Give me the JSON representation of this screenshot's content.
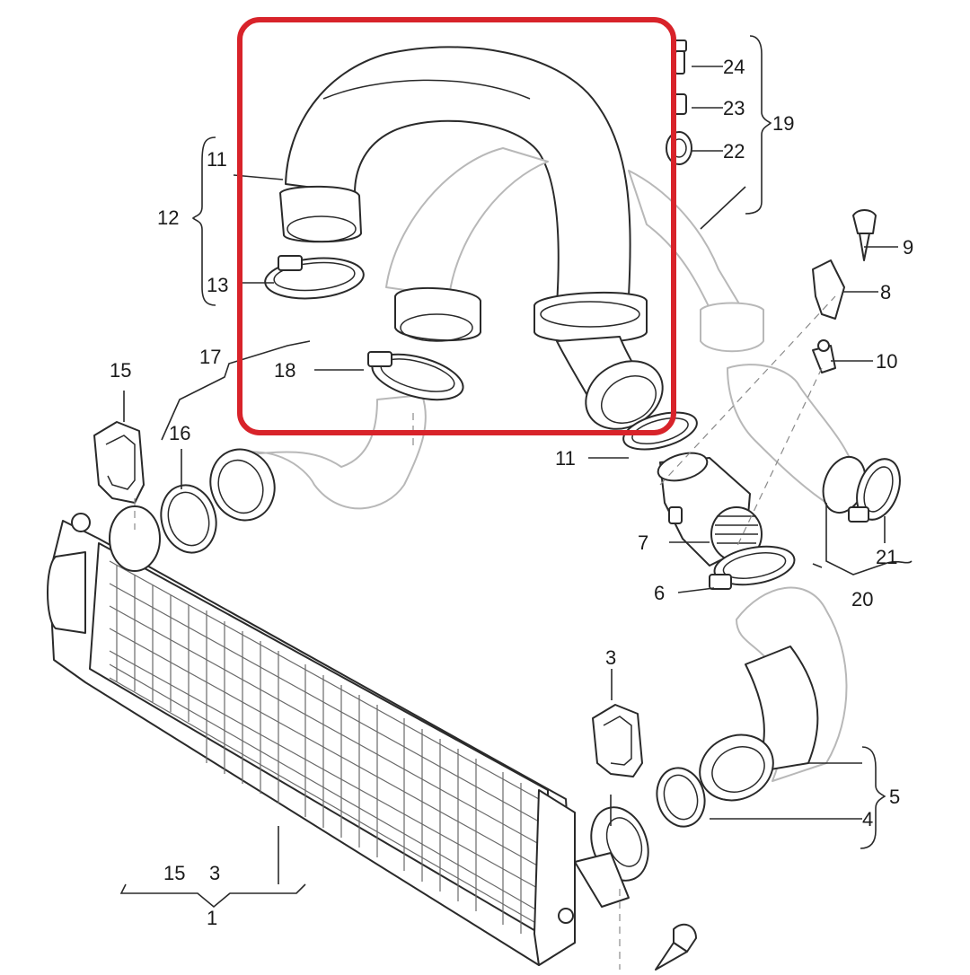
{
  "highlight_color": "#d8232a",
  "labels": {
    "p1": "1",
    "p3_top": "3",
    "p3_bottom": "3",
    "p4": "4",
    "p5": "5",
    "p6": "6",
    "p7": "7",
    "p8": "8",
    "p9": "9",
    "p10": "10",
    "p11_top": "11",
    "p11_bottom": "11",
    "p12": "12",
    "p13": "13",
    "p15_top": "15",
    "p15_bottom": "15",
    "p16": "16",
    "p17": "17",
    "p18": "18",
    "p19": "19",
    "p20": "20",
    "p21": "21",
    "p22": "22",
    "p23": "23",
    "p24": "24"
  }
}
